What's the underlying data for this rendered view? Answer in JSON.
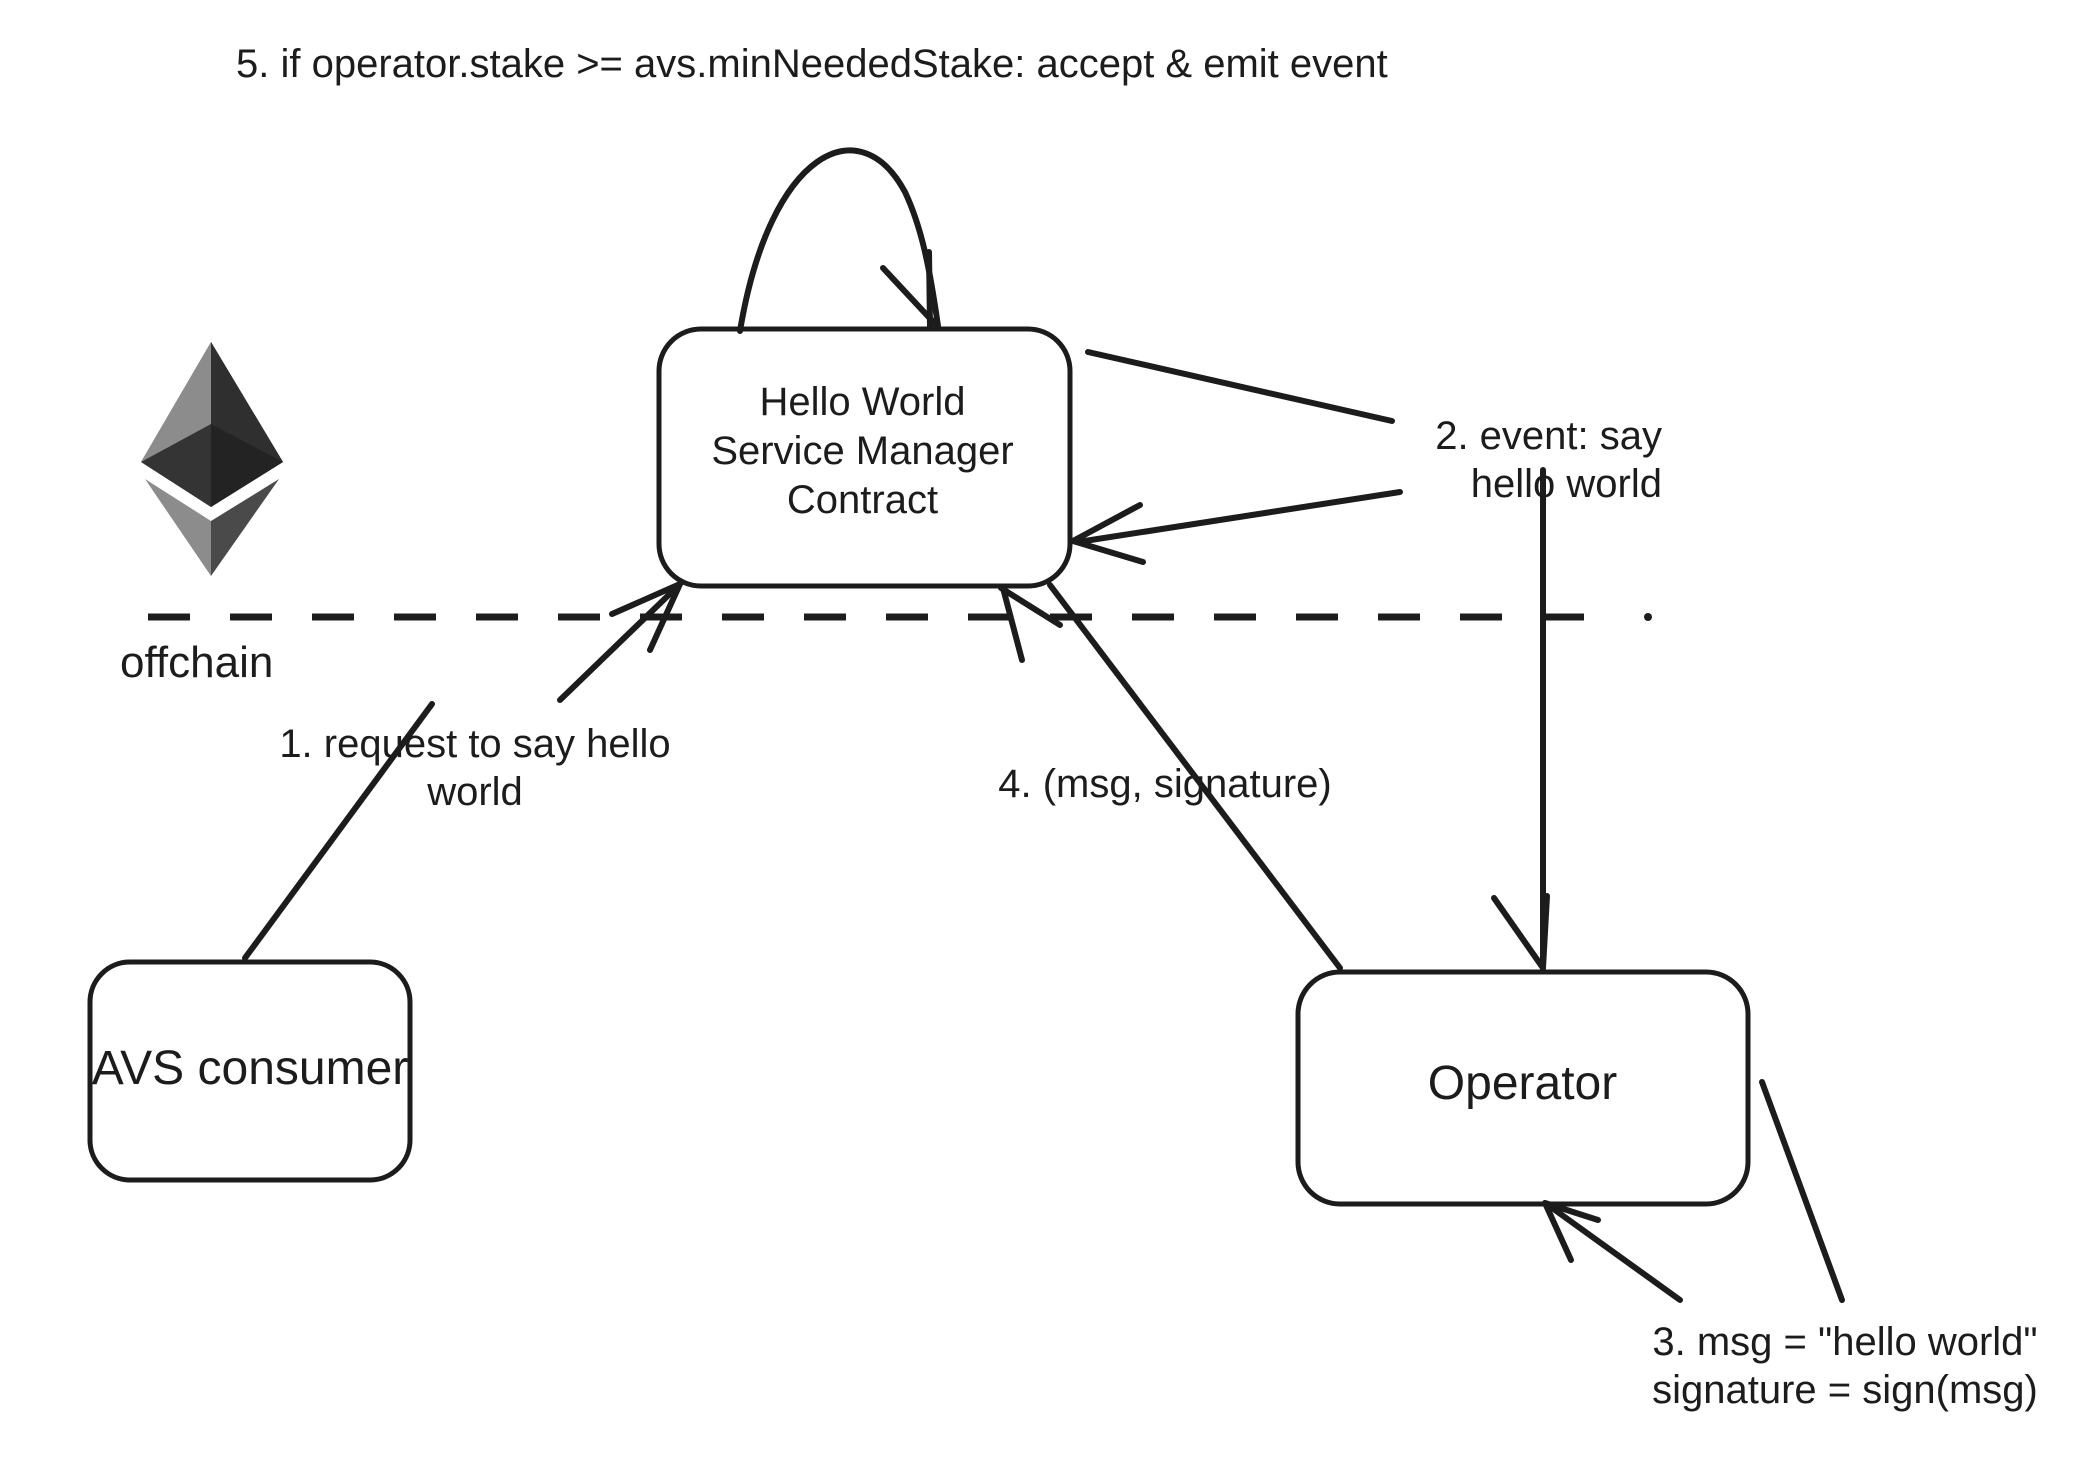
{
  "diagram": {
    "title": "5. if operator.stake >= avs.minNeededStake: accept & emit event",
    "boundary_label": "offchain",
    "nodes": {
      "contract": "Hello World\nService Manager\nContract",
      "avs_consumer": "AVS consumer",
      "operator": "Operator"
    },
    "edge_labels": {
      "step1": "1. request to say hello\nworld",
      "step2": "2. event: say\nhello world",
      "step3": "3. msg = \"hello world\"\nsignature = sign(msg)",
      "step4": "4. (msg, signature)"
    },
    "icons": {
      "ethereum": "ethereum-logo"
    },
    "colors": {
      "stroke": "#1c1c1c",
      "background": "#ffffff",
      "eth_light": "#8c8c8c",
      "eth_mid": "#6e6e6e",
      "eth_dark": "#2f2f2f",
      "eth_darker": "#3c3c3c"
    }
  }
}
